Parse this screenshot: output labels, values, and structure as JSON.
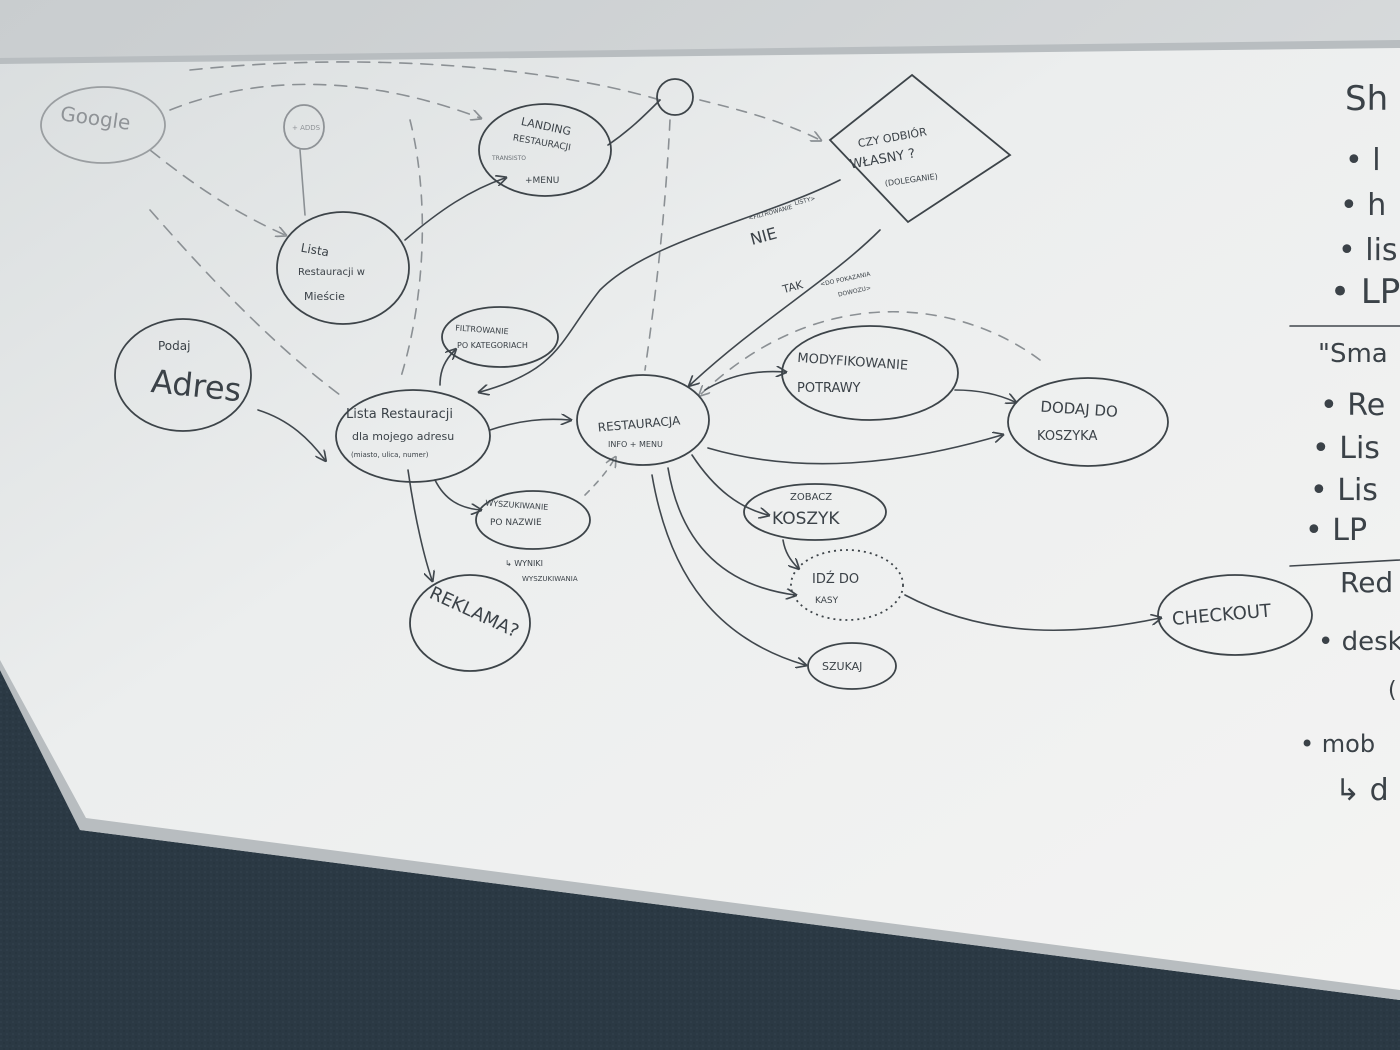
{
  "nodes": {
    "google": "Google",
    "adds": "+ ADDS",
    "landing": [
      "LANDING",
      "RESTAURACJI",
      "TRANSISTO",
      "+MENU"
    ],
    "lista_miasto": [
      "Lista",
      "Restauracji w",
      "Mieście"
    ],
    "podaj_adres": [
      "Podaj",
      "Adres"
    ],
    "filtrowanie": [
      "FILTROWANIE",
      "PO KATEGORIACH"
    ],
    "lista_adres": [
      "Lista Restauracji",
      "dla mojego adresu",
      "(miasto, ulica, numer)"
    ],
    "wyszukiwanie": [
      "WYSZUKIWANIE",
      "PO NAZWIE"
    ],
    "wyniki": [
      "↳ WYNIKI",
      "WYSZUKIWANIA"
    ],
    "rek": [
      "REKLAMA?"
    ],
    "restauracja": [
      "RESTAURACJA",
      "INFO + MENU"
    ],
    "czy_odbior": [
      "CZY ODBIÓR",
      "WŁASNY ?",
      "(DOLEGANIE)"
    ],
    "nie": "NIE",
    "nie_note": [
      "<FILTROWANIE",
      "LISTY>"
    ],
    "tak": "TAK",
    "tak_note": [
      "<DO POKAZANIA",
      "DOWOZU>"
    ],
    "modyfikowanie": [
      "MODYFIKOWANIE",
      "POTRAWY"
    ],
    "dodaj": [
      "DODAJ DO",
      "KOSZYKA"
    ],
    "zobacz": [
      "ZOBACZ",
      "KOSZYK"
    ],
    "idz": [
      "IDŹ DO",
      "KASY"
    ],
    "szukaj": "SZUKAJ",
    "checkout": "CHECKOUT"
  },
  "side_notes": [
    "Sh",
    "• l",
    "• h",
    "• lis",
    "• LP",
    "\"Sma",
    "• Re",
    "• Lis",
    "• Lis",
    "• LP",
    "Red",
    "• desk",
    "(",
    "• mob",
    "↳ d"
  ]
}
